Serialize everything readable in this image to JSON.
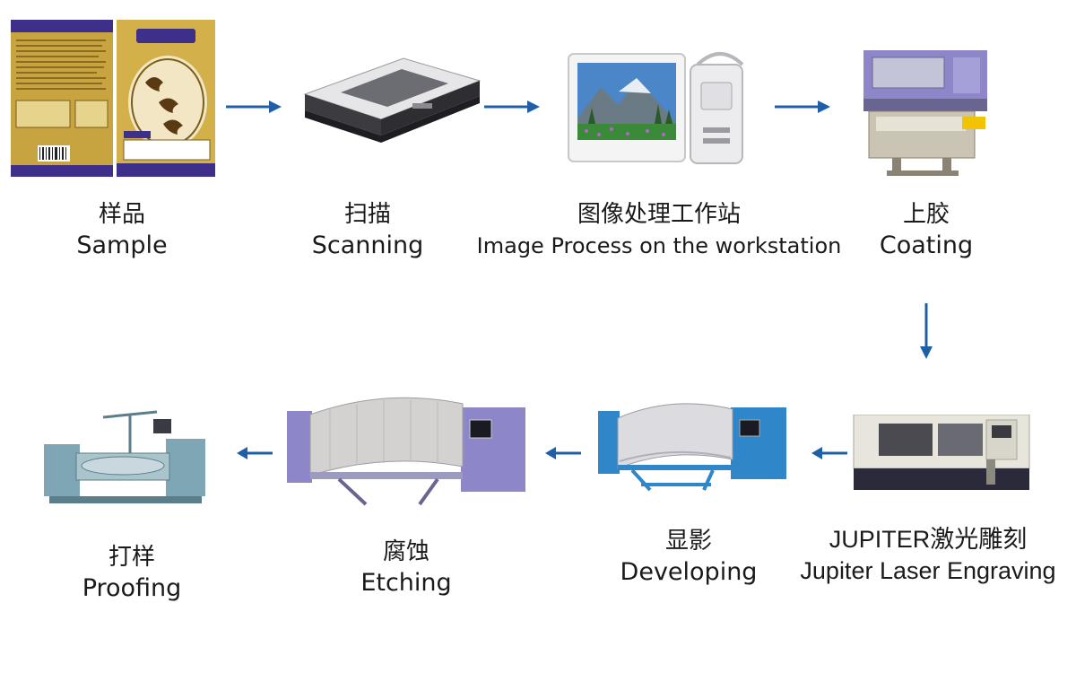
{
  "colors": {
    "arrow": "#1f5fa8",
    "package_gold": "#c8a440",
    "package_purple": "#3d2f8a",
    "machine_blue": "#2f86c8",
    "machine_purple": "#8d86c9",
    "machine_gray": "#bcbcc0"
  },
  "steps": [
    {
      "id": "sample",
      "zh": "样品",
      "en": "Sample",
      "icon": "package-sample-icon"
    },
    {
      "id": "scanning",
      "zh": "扫描",
      "en": "Scanning",
      "icon": "flatbed-scanner-icon"
    },
    {
      "id": "workstation",
      "zh": "图像处理工作站",
      "en": "Image Process on the workstation",
      "icon": "workstation-monitor-icon"
    },
    {
      "id": "coating",
      "zh": "上胶",
      "en": "Coating",
      "icon": "coating-machine-icon"
    },
    {
      "id": "laser",
      "zh": "JUPITER激光雕刻",
      "en": "Jupiter Laser Engraving",
      "icon": "laser-engraver-icon"
    },
    {
      "id": "developing",
      "zh": "显影",
      "en": "Developing",
      "icon": "developing-machine-icon"
    },
    {
      "id": "etching",
      "zh": "腐蚀",
      "en": "Etching",
      "icon": "etching-machine-icon"
    },
    {
      "id": "proofing",
      "zh": "打样",
      "en": "Proofing",
      "icon": "proofing-press-icon"
    }
  ]
}
